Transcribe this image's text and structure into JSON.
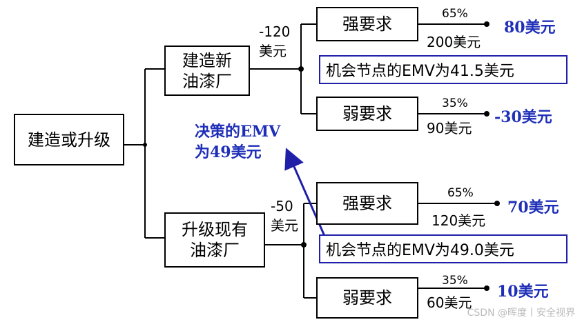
{
  "root": {
    "label": "建造或升级"
  },
  "options": [
    {
      "label": "建造新\n油漆厂",
      "cost": "-120\n美元",
      "emv_text": "机会节点的EMV为41.5美元",
      "outcomes": [
        {
          "label": "强要求",
          "prob": "65%",
          "value": "200美元",
          "payoff": "80美元"
        },
        {
          "label": "弱要求",
          "prob": "35%",
          "value": "90美元",
          "payoff": "-30美元"
        }
      ]
    },
    {
      "label": "升级现有\n油漆厂",
      "cost": "-50\n美元",
      "emv_text": "机会节点的EMV为49.0美元",
      "outcomes": [
        {
          "label": "强要求",
          "prob": "65%",
          "value": "120美元",
          "payoff": "70美元"
        },
        {
          "label": "弱要求",
          "prob": "35%",
          "value": "60美元",
          "payoff": "10美元"
        }
      ]
    }
  ],
  "decision_emv": "决策的EMV\n为49美元",
  "watermark": "CSDN @晖度丨安全视界",
  "colors": {
    "accent": "#1f2fb8",
    "line": "#000000"
  }
}
